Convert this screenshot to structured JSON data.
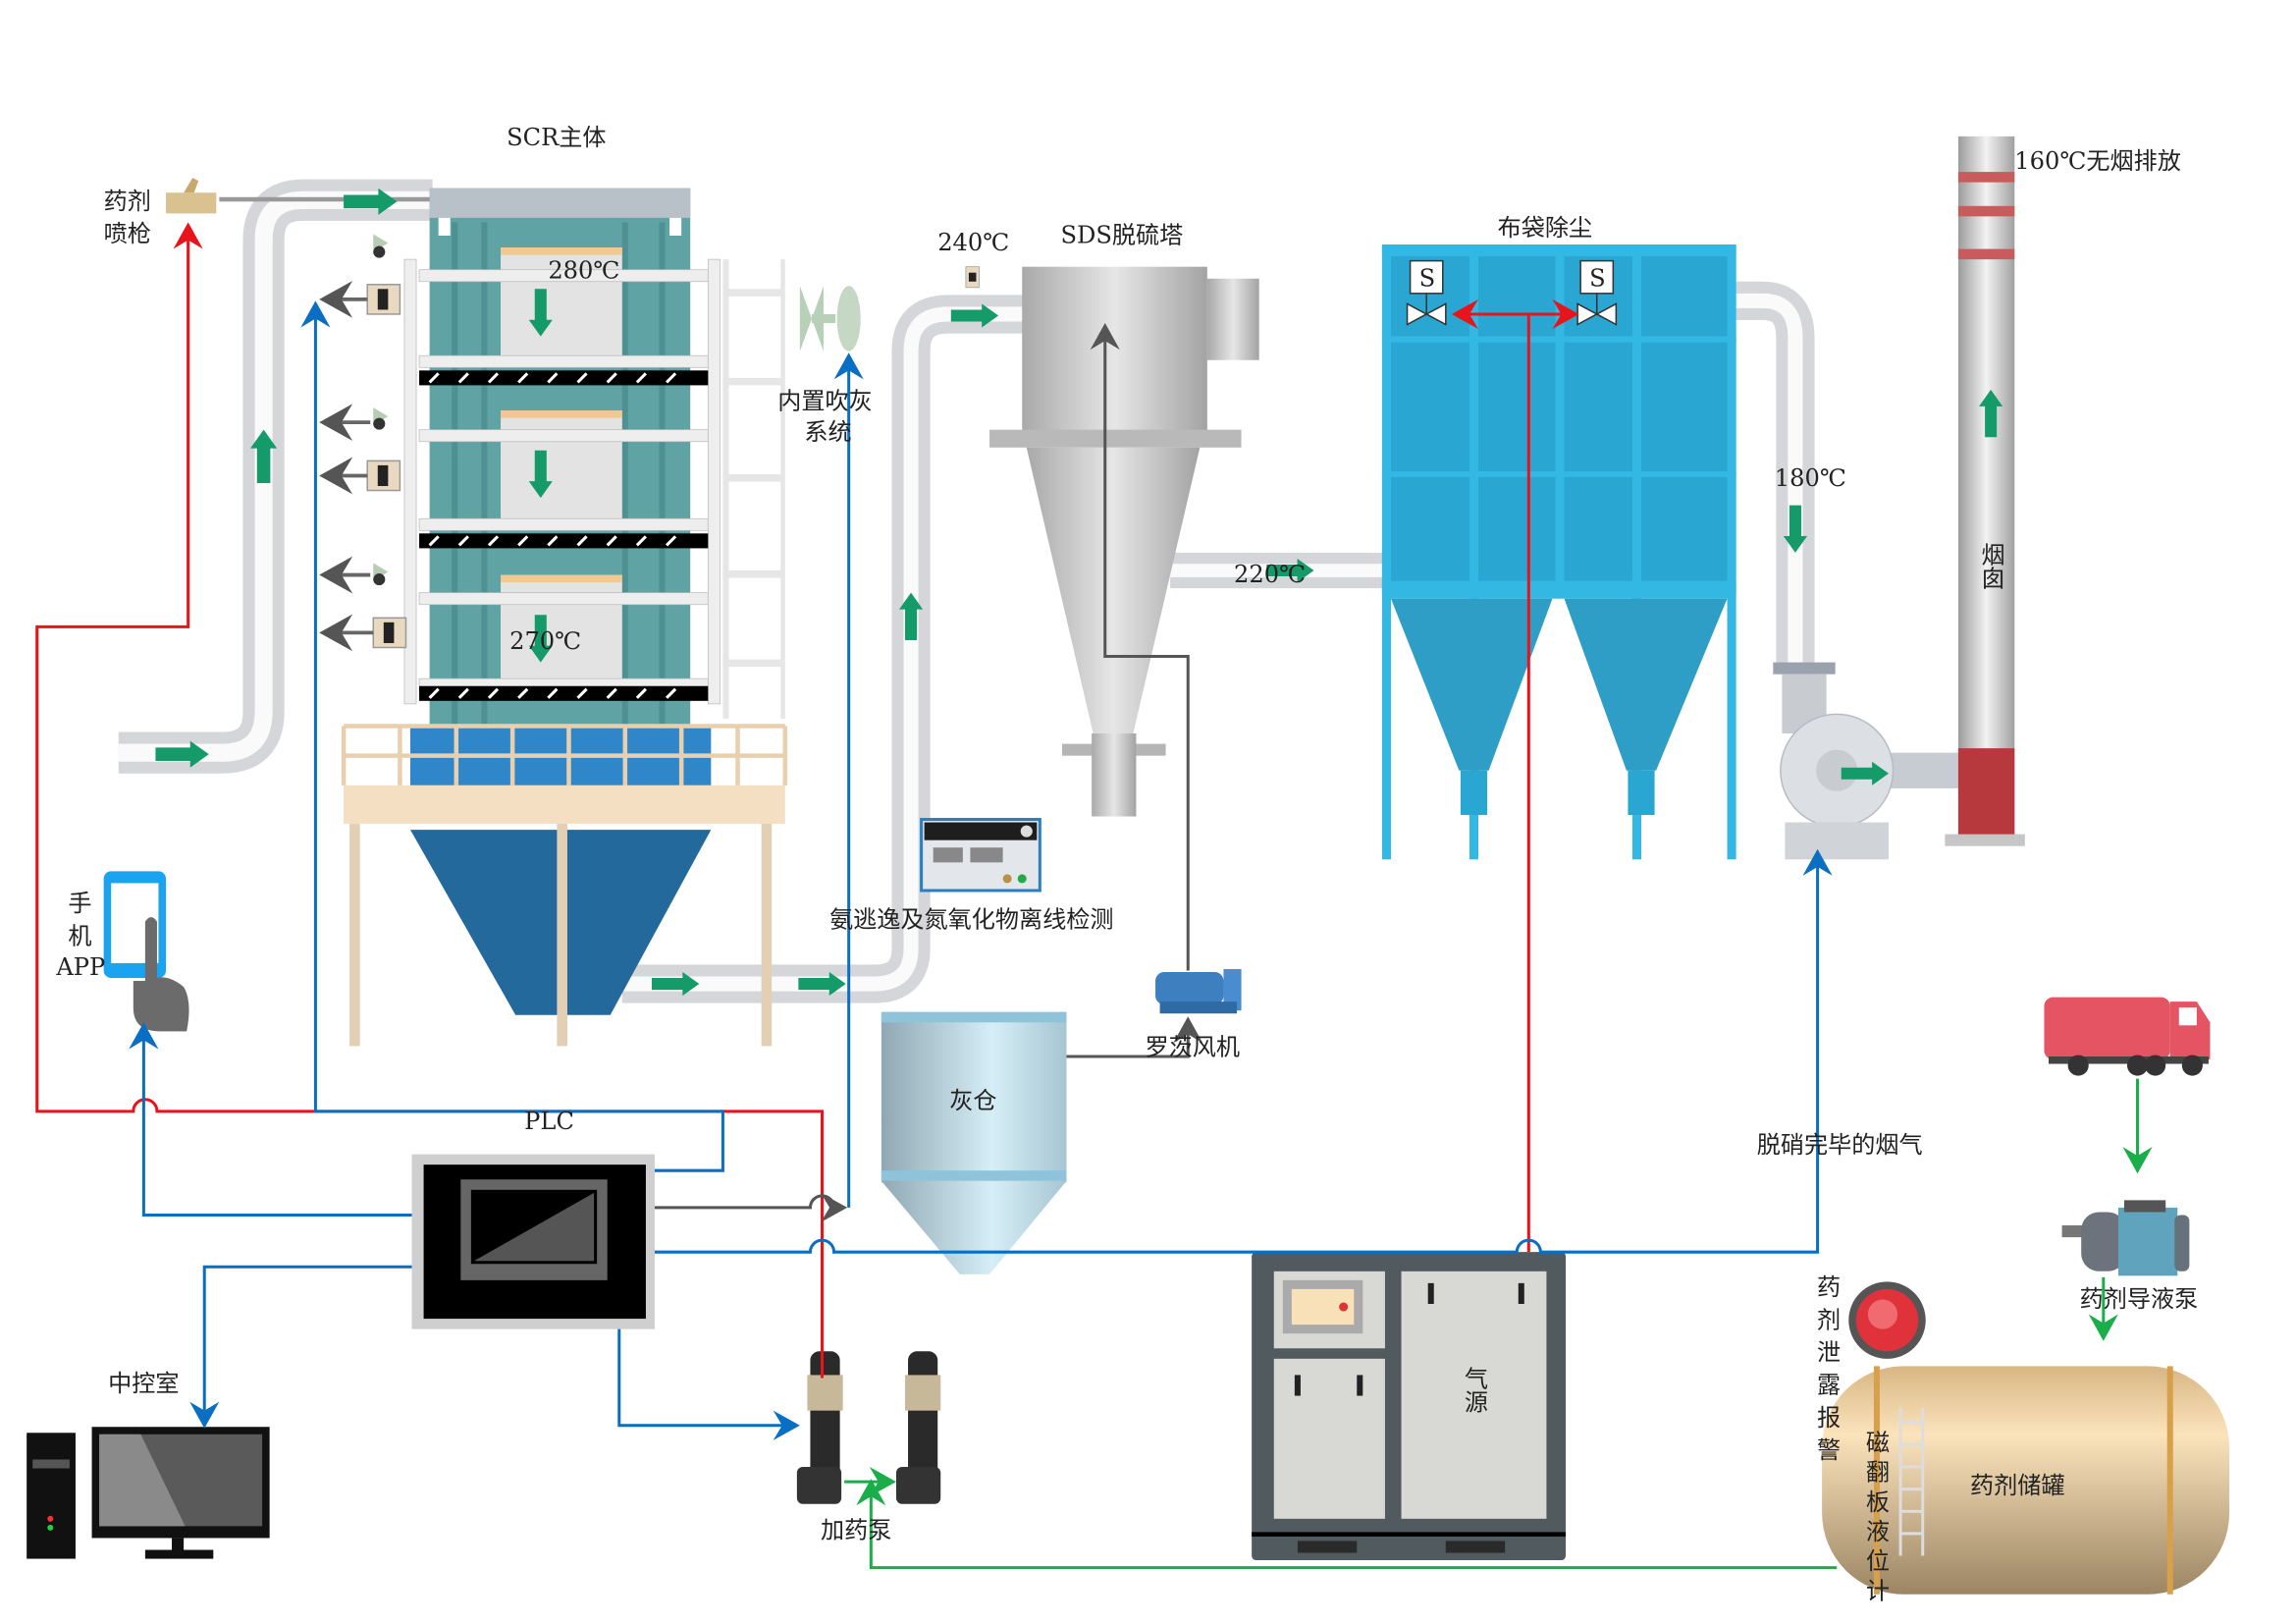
{
  "labels": {
    "scr_body": "SCR主体",
    "spray_gun": [
      "药剂",
      "喷枪"
    ],
    "temp_scr_top": "280℃",
    "temp_scr_bottom": "270℃",
    "temp_sds_inlet": "240℃",
    "sds_tower": "SDS脱硫塔",
    "soot_blower": [
      "内置吹灰",
      "系统"
    ],
    "bag_filter": "布袋除尘",
    "solenoid_a": "S",
    "solenoid_b": "S",
    "stack_exhaust": "160℃无烟排放",
    "temp_fan_inlet": "180℃",
    "temp_bag_inlet": "220℃",
    "chimney": "烟囱",
    "mobile_app": [
      "手",
      "机",
      "APP"
    ],
    "online_detection": "氨逃逸及氮氧化物离线检测",
    "roots_blower": "罗茨风机",
    "ash_silo": "灰仓",
    "plc": "PLC",
    "denitrated_gas": "脱硝完毕的烟气",
    "control_room": "中控室",
    "dosing_pump": "加药泵",
    "air_source": "气源",
    "leak_alarm": "药剂泄露报警",
    "transfer_pump": "药剂导液泵",
    "storage_tank": "药剂储罐",
    "level_gauge": "磁翻板液位计"
  },
  "colors": {
    "flow_arrow": "#159a6a",
    "dosing_line": "#e8141b",
    "signal_line": "#0a6fc2",
    "liquid_line": "#1aae4a",
    "scr_body": "#5fa3a5",
    "bag_filter": "#2aa6d3",
    "hopper": "#23699b",
    "tank": "#e2c08e"
  }
}
